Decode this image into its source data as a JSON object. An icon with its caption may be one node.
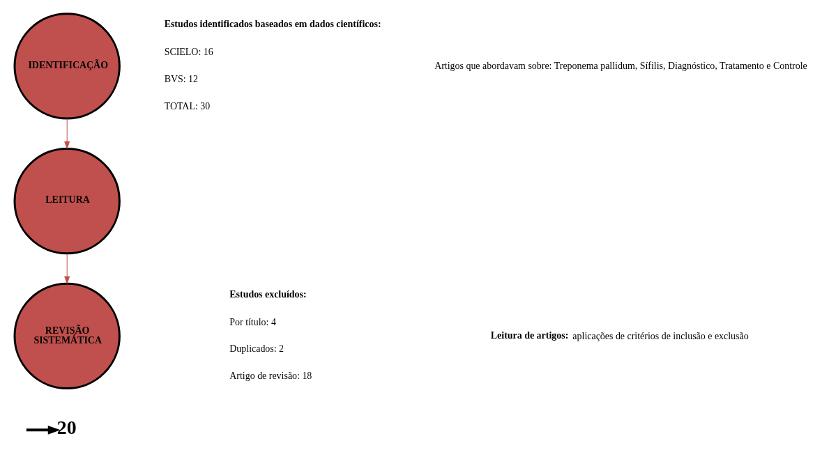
{
  "diagram": {
    "nodes": [
      {
        "text": [
          "IDENTIFICAÇÃO"
        ]
      },
      {
        "text": [
          "LEITURA"
        ]
      },
      {
        "text": [
          "REVISÃO SISTEMÁTICA"
        ]
      },
      {
        "text": [
          "20"
        ]
      }
    ],
    "edges": [
      {
        "from": 0,
        "to": 1,
        "arrow": "to"
      },
      {
        "from": 1,
        "to": 2,
        "arrow": "to"
      },
      {
        "from": null,
        "to": 3,
        "arrow": "to",
        "style": "thick",
        "color": "#000000"
      }
    ],
    "labels": [
      "Estudos identificados baseados em dados científicos:",
      "SCIELO: 16",
      "BVS: 12",
      "TOTAL: 30",
      "Estudos excluídos:",
      "Por título: 4",
      "Duplicados: 2",
      "Artigo de revisão: 18",
      "Artigos que abordavam sobre: Treponema pallidum, Sífilis, Diagnóstico, Tratamento e Controle",
      "**Leitura de artigos:** aplicações de critérios de inclusão e exclusão"
    ]
  }
}
